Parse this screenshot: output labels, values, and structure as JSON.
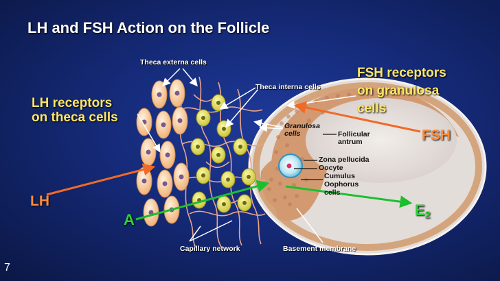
{
  "slide": {
    "title": "LH and FSH Action on the Follicle",
    "page_number": "7"
  },
  "labels": {
    "lh_receptors_line1": "LH receptors",
    "lh_receptors_line2": "on theca cells",
    "fsh_receptors_line1": "FSH receptors",
    "fsh_receptors_line2": "on granulosa",
    "fsh_receptors_line3": "cells",
    "fsh": "FSH",
    "lh": "LH",
    "a": "A",
    "e2_main": "E",
    "e2_sub": "2",
    "theca_externa": "Theca externa cells",
    "theca_interna": "Theca interna cells",
    "granulosa_line1": "Granulosa",
    "granulosa_line2": "cells",
    "antrum_line1": "Follicular",
    "antrum_line2": "antrum",
    "zona": "Zona pellucida",
    "oocyte": "Oocyte",
    "cumulus": "Cumulus",
    "oophorus": "Oophorus",
    "cells": "cells",
    "capillary": "Capillary network",
    "basement": "Basement membrane"
  },
  "colors": {
    "title": "#ffffff",
    "receptor_labels": "#ffe766",
    "hormone_input": "#ff8c3a",
    "androgen_estrogen": "#2fd13a",
    "pointer_lines": "#ffffff",
    "background": "#152a78",
    "capillary": "#e8a58a",
    "theca_cells": "#f4c48e",
    "interna_cells": "#dcd94a",
    "granulosa": "#d99a72"
  }
}
